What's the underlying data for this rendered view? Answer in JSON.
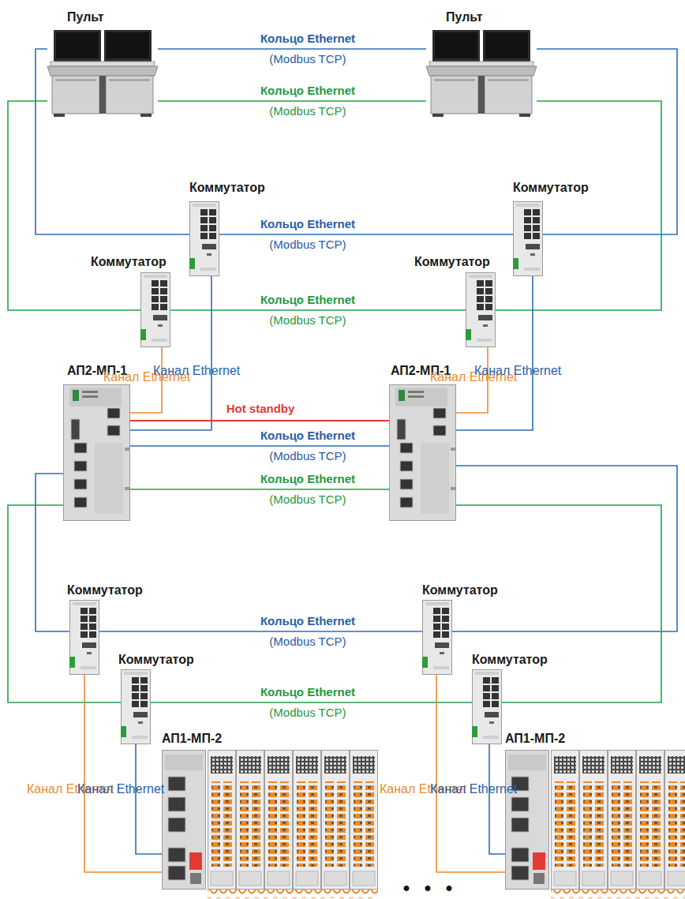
{
  "diagram": {
    "nodes": [
      {
        "text": [
          "Пульт"
        ]
      },
      {
        "text": [
          "Пульт"
        ]
      },
      {
        "text": [
          "Коммутатор"
        ]
      },
      {
        "text": [
          "Коммутатор"
        ]
      },
      {
        "text": [
          "Коммутатор"
        ]
      },
      {
        "text": [
          "Коммутатор"
        ]
      },
      {
        "text": [
          "АП2-МП-1"
        ]
      },
      {
        "text": [
          "АП2-МП-1"
        ]
      },
      {
        "text": [
          "Коммутатор"
        ]
      },
      {
        "text": [
          "Коммутатор"
        ]
      },
      {
        "text": [
          "Коммутатор"
        ]
      },
      {
        "text": [
          "Коммутатор"
        ]
      },
      {
        "text": [
          "АП1-МП-2"
        ]
      },
      {
        "text": [
          "АП1-МП-2"
        ]
      }
    ],
    "edges": [
      {
        "from": 0,
        "to": 1,
        "label": "Кольцо Ethernet (Modbus TCP)",
        "arrow": "none"
      },
      {
        "from": 0,
        "to": 1,
        "label": "Кольцо Ethernet (Modbus TCP)",
        "arrow": "none"
      },
      {
        "from": 0,
        "to": 2,
        "arrow": "none"
      },
      {
        "from": 0,
        "to": 4,
        "arrow": "none"
      },
      {
        "from": 2,
        "to": 3,
        "label": "Кольцо Ethernet (Modbus TCP)",
        "arrow": "none"
      },
      {
        "from": 1,
        "to": 3,
        "arrow": "none"
      },
      {
        "from": 4,
        "to": 5,
        "label": "Кольцо Ethernet (Modbus TCP)",
        "arrow": "none"
      },
      {
        "from": 1,
        "to": 5,
        "arrow": "none"
      },
      {
        "from": 4,
        "to": 6,
        "label": "Канал Ethernet",
        "arrow": "none"
      },
      {
        "from": 2,
        "to": 6,
        "label": "Канал Ethernet",
        "arrow": "none"
      },
      {
        "from": 5,
        "to": 7,
        "label": "Канал Ethernet",
        "arrow": "none"
      },
      {
        "from": 3,
        "to": 7,
        "label": "Канал Ethernet",
        "arrow": "none"
      },
      {
        "from": 6,
        "to": 7,
        "label": "Hot standby",
        "arrow": "none"
      },
      {
        "from": 6,
        "to": 7,
        "label": "Кольцо Ethernet (Modbus TCP)",
        "arrow": "none"
      },
      {
        "from": 6,
        "to": 7,
        "label": "Кольцо Ethernet (Modbus TCP)",
        "arrow": "none"
      },
      {
        "from": 6,
        "to": 8,
        "arrow": "none"
      },
      {
        "from": 6,
        "to": 10,
        "arrow": "none"
      },
      {
        "from": 7,
        "to": 9,
        "arrow": "none"
      },
      {
        "from": 7,
        "to": 11,
        "arrow": "none"
      },
      {
        "from": 8,
        "to": 9,
        "label": "Кольцо Ethernet (Modbus TCP)",
        "arrow": "none"
      },
      {
        "from": 10,
        "to": 11,
        "label": "Кольцо Ethernet (Modbus TCP)",
        "arrow": "none"
      },
      {
        "from": 8,
        "to": 12,
        "label": "Канал Ethernet",
        "arrow": "none"
      },
      {
        "from": 10,
        "to": 12,
        "label": "Канал Ethernet",
        "arrow": "none"
      },
      {
        "from": 9,
        "to": 13,
        "label": "Канал Ethernet",
        "arrow": "none"
      },
      {
        "from": 11,
        "to": 13,
        "label": "Канал Ethernet",
        "arrow": "none"
      }
    ],
    "labels": [
      "• • •"
    ]
  }
}
